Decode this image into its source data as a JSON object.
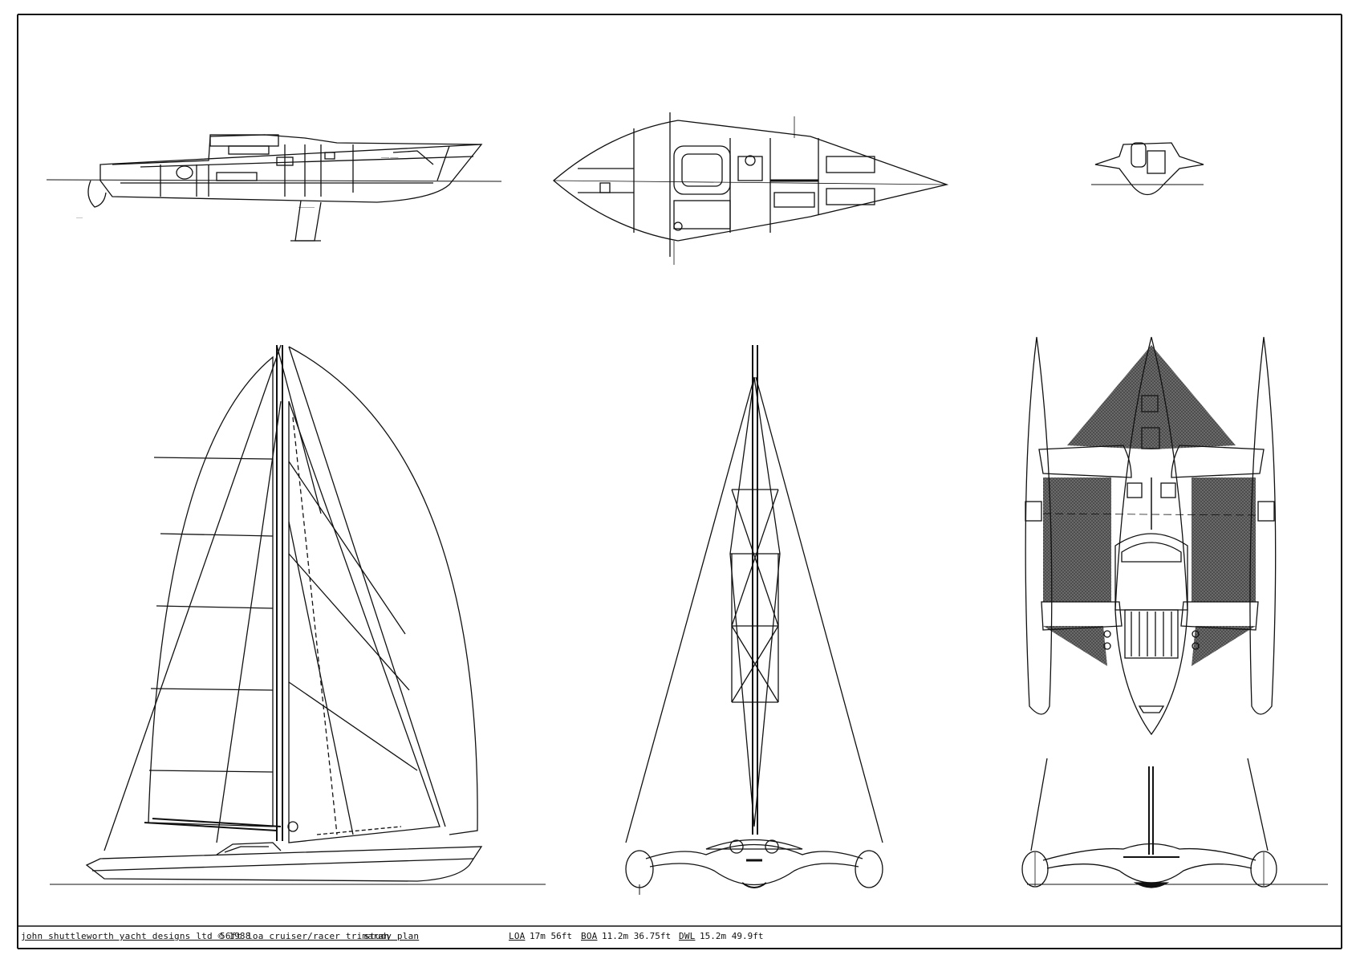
{
  "title_block": {
    "designer": "john shuttleworth yacht designs ltd © 1988",
    "design": "56ft loa cruiser/racer trimaran",
    "plan_type": "study plan",
    "loa_label": "LOA",
    "loa_value": "17m  56ft",
    "boa_label": "BOA",
    "boa_value": "11.2m  36.75ft",
    "dwl_label": "DWL",
    "dwl_value": "15.2m  49.9ft"
  },
  "colors": {
    "ink": "#111111",
    "paper": "#ffffff",
    "hatch": "#555555"
  }
}
